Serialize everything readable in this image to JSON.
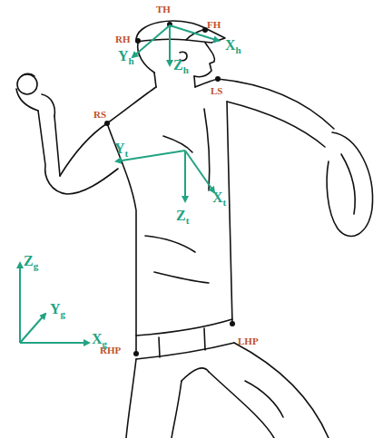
{
  "diagram": {
    "labels": [
      "TH",
      "FH",
      "RH",
      "Xh",
      "Yh",
      "Zh",
      "LS",
      "RS",
      "Yt",
      "Zt",
      "Xt",
      "RHP",
      "LHP",
      "Zg",
      "Yg",
      "Xg"
    ]
  }
}
